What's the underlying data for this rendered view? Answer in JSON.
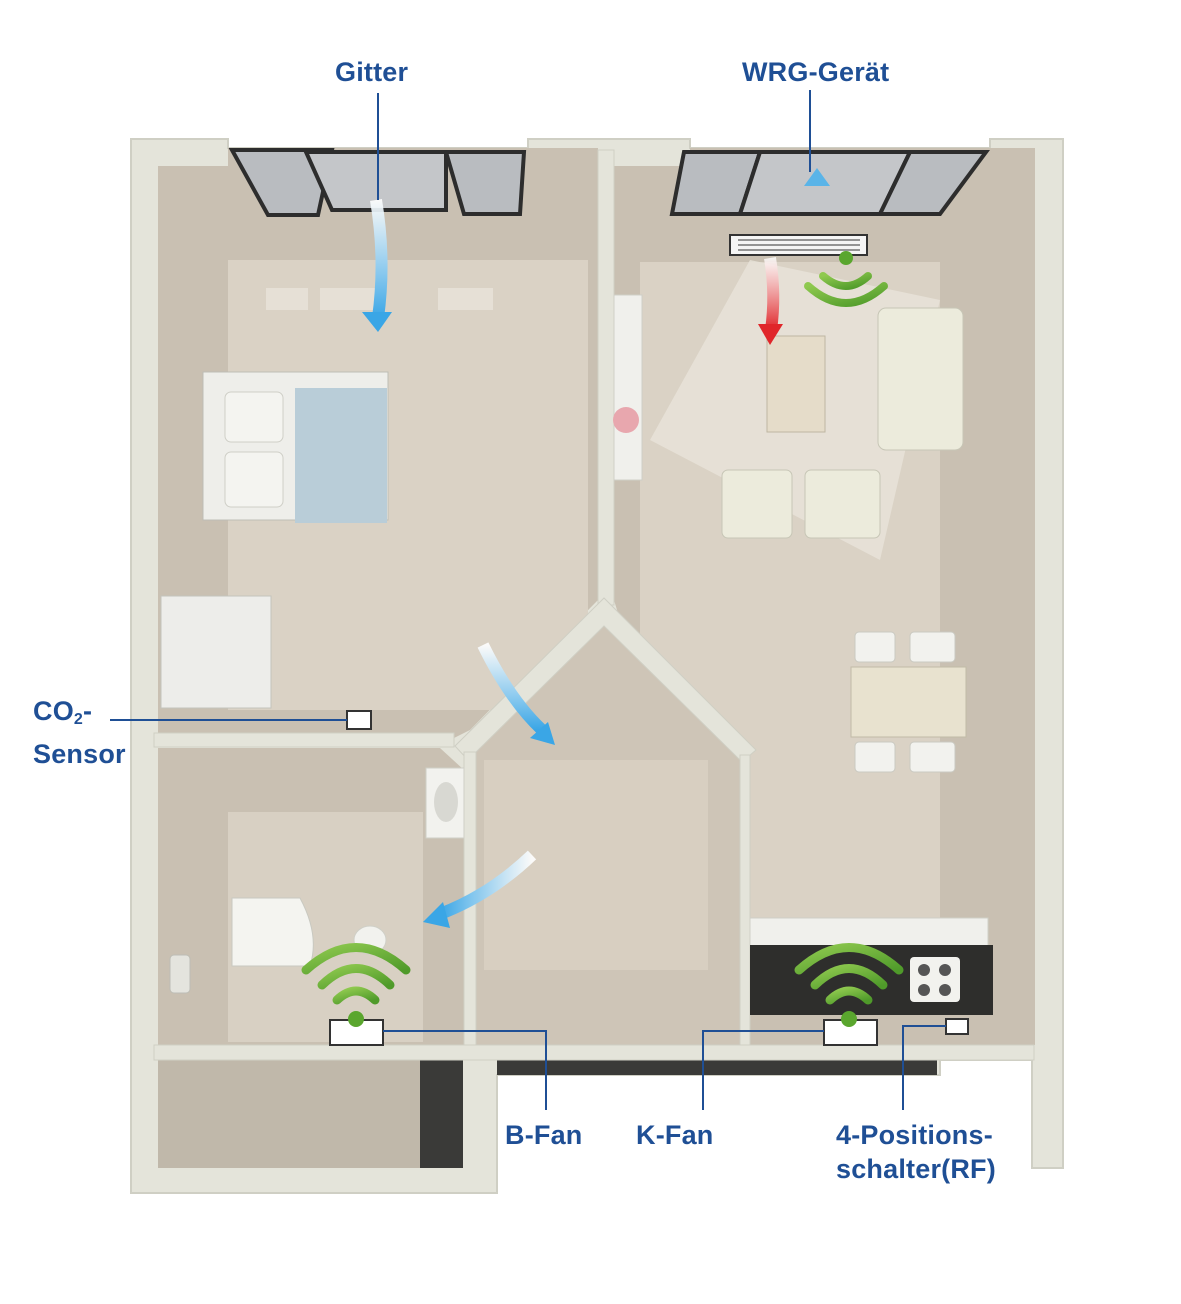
{
  "labels": {
    "gitter": "Gitter",
    "wrg": "WRG-Gerät",
    "co2_line1_prefix": "CO",
    "co2_line1_sub": "2",
    "co2_line1_suffix": "-",
    "co2_line2": "Sensor",
    "bfan": "B-Fan",
    "kfan": "K-Fan",
    "switch_line1": "4-Positions-",
    "switch_line2": "schalter(RF)"
  },
  "colors": {
    "label": "#1f4f95",
    "outer_wall": "#e6e6dc",
    "inner_floor": "#cfc6b8",
    "floor_light": "#ddd4c7",
    "wifi": "#6fb33a",
    "airflow_cold": "#5ab4e8",
    "airflow_warm": "#e0262a"
  }
}
